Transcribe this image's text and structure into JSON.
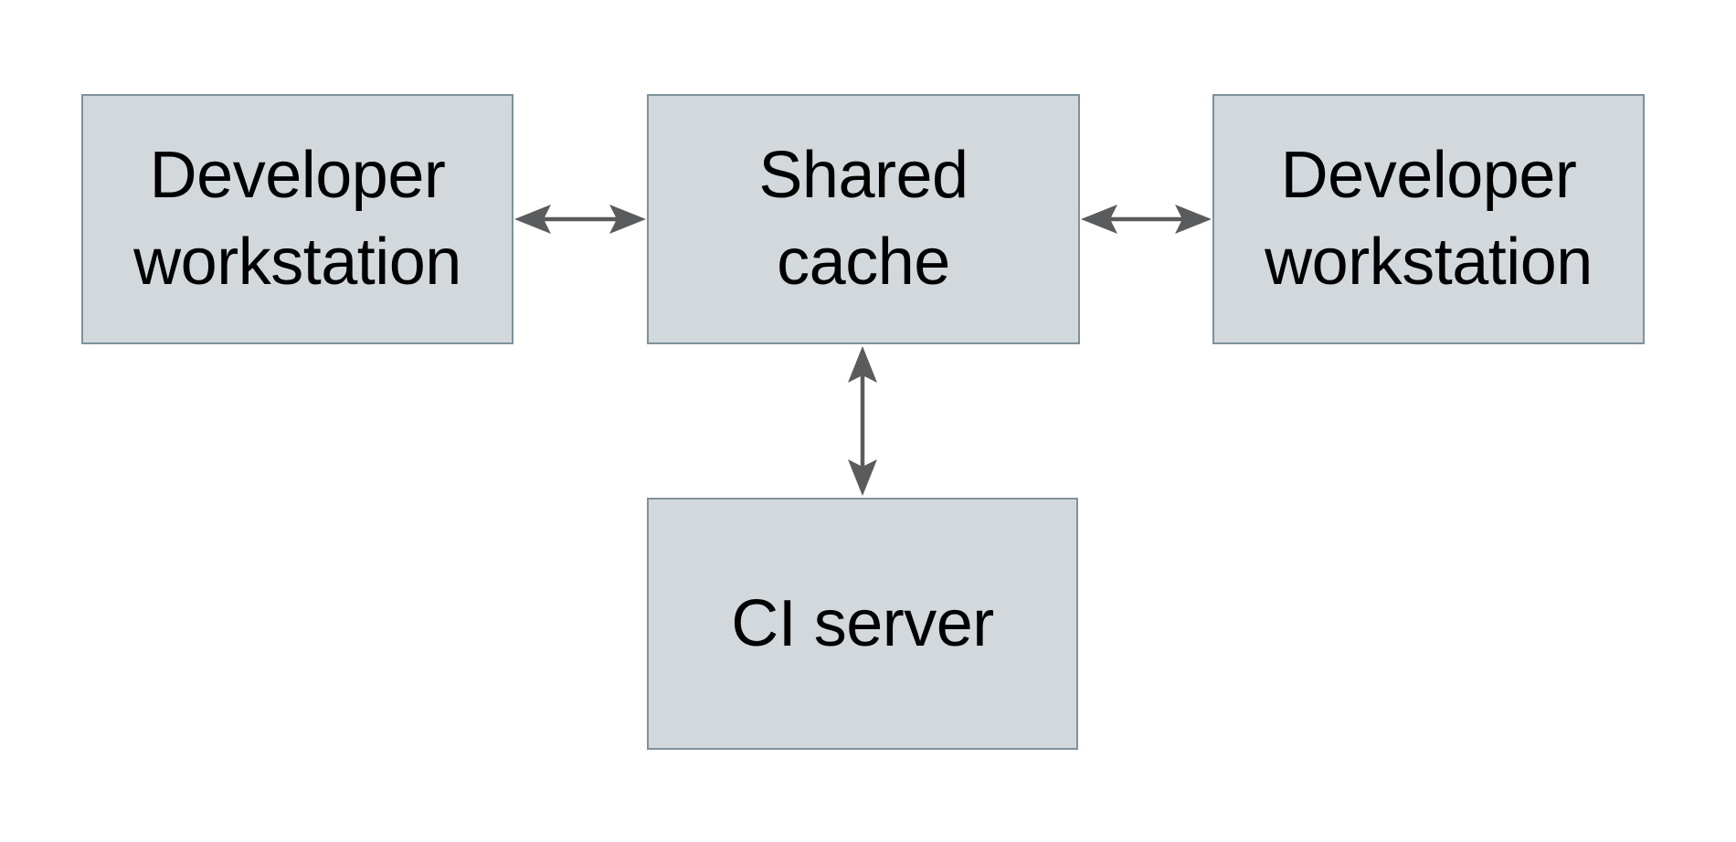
{
  "diagram": {
    "type": "architecture-diagram",
    "colors": {
      "background": "#ffffff",
      "node_fill": "#d2d8db",
      "node_border": "#7e929c",
      "arrow": "#595b5d",
      "text": "#000000"
    },
    "nodes": [
      {
        "id": "developer-workstation-left",
        "label": "Developer workstation",
        "lines": [
          "Developer",
          "workstation"
        ]
      },
      {
        "id": "shared-cache",
        "label": "Shared cache",
        "lines": [
          "Shared",
          "cache"
        ]
      },
      {
        "id": "developer-workstation-right",
        "label": "Developer workstation",
        "lines": [
          "Developer",
          "workstation"
        ]
      },
      {
        "id": "ci-server",
        "label": "CI server",
        "lines": [
          "CI server"
        ]
      }
    ],
    "edges": [
      {
        "from": "developer-workstation-left",
        "to": "shared-cache",
        "direction": "bidirectional"
      },
      {
        "from": "shared-cache",
        "to": "developer-workstation-right",
        "direction": "bidirectional"
      },
      {
        "from": "shared-cache",
        "to": "ci-server",
        "direction": "bidirectional"
      }
    ]
  }
}
